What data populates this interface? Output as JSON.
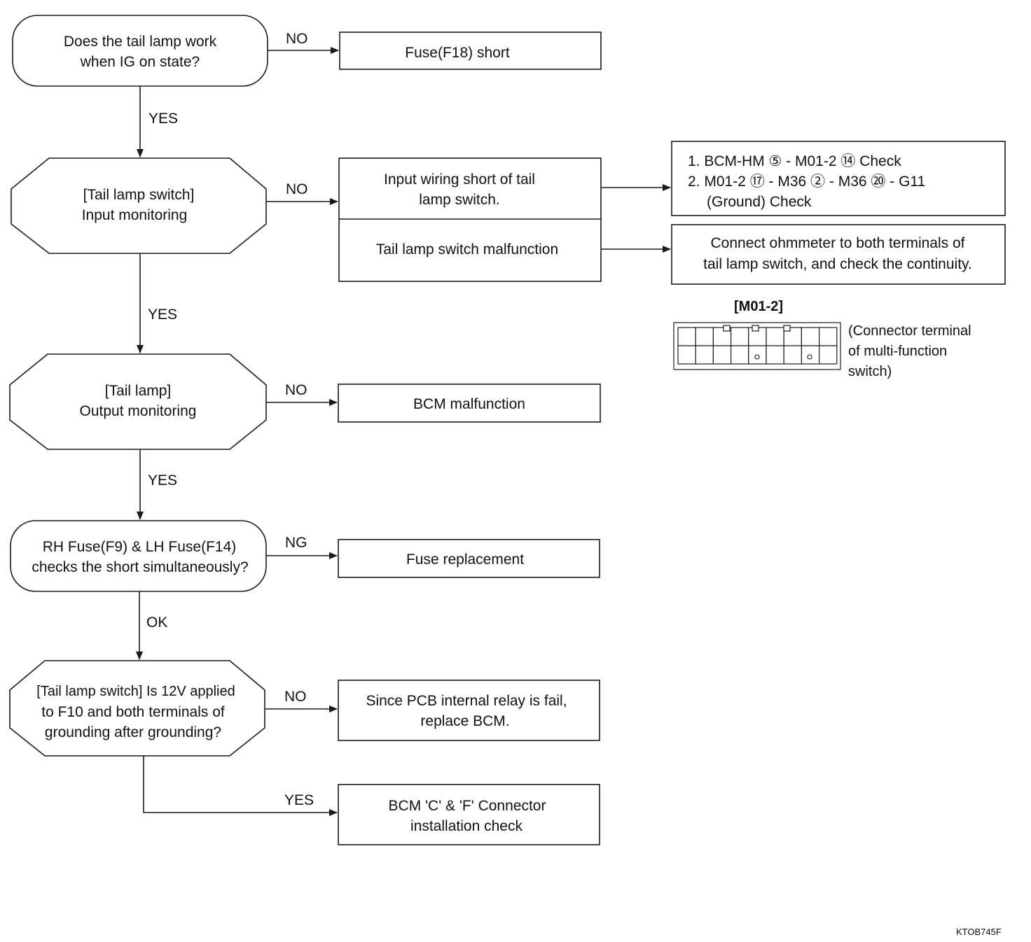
{
  "decisions": {
    "d1": {
      "line1": "Does the tail lamp work",
      "line2": "when IG on state?"
    },
    "d2": {
      "line1": "[Tail lamp switch]",
      "line2": "Input monitoring"
    },
    "d3": {
      "line1": "[Tail lamp]",
      "line2": "Output monitoring"
    },
    "d4": {
      "line1": "RH Fuse(F9) & LH Fuse(F14)",
      "line2": "checks the short simultaneously?"
    },
    "d5": {
      "line1": "[Tail lamp switch] Is 12V applied",
      "line2": "to F10 and both terminals of",
      "line3": "grounding after grounding?"
    }
  },
  "edges": {
    "e1_no": "NO",
    "e1_yes": "YES",
    "e2_no": "NO",
    "e2_yes": "YES",
    "e3_no": "NO",
    "e3_yes": "YES",
    "e4_ng": "NG",
    "e4_ok": "OK",
    "e5_no": "NO",
    "e5_yes": "YES"
  },
  "results": {
    "r1": {
      "line1": "Fuse(F18) short"
    },
    "r2a": {
      "line1": "Input wiring short of tail",
      "line2": "lamp switch."
    },
    "r2b": {
      "line1": "Tail lamp switch malfunction"
    },
    "r3": {
      "line1": "BCM malfunction"
    },
    "r4": {
      "line1": "Fuse replacement"
    },
    "r5": {
      "line1": "Since PCB internal relay is fail,",
      "line2": "replace BCM."
    },
    "r6": {
      "line1": "BCM 'C' & 'F' Connector",
      "line2": "installation check"
    }
  },
  "checks": {
    "c1": {
      "line1": "1. BCM-HM ⑤ - M01-2 ⑭  Check",
      "line2": "2. M01-2 ⑰ - M36 ② - M36 ⑳  - G11",
      "line3": "(Ground) Check"
    },
    "c2": {
      "line1": "Connect ohmmeter to both terminals of",
      "line2": "tail lamp switch, and check the continuity."
    }
  },
  "connector": {
    "label": "[M01-2]",
    "caption1": "(Connector terminal",
    "caption2": "of multi-function",
    "caption3": "switch)"
  },
  "figure_code": "KTOB745F"
}
